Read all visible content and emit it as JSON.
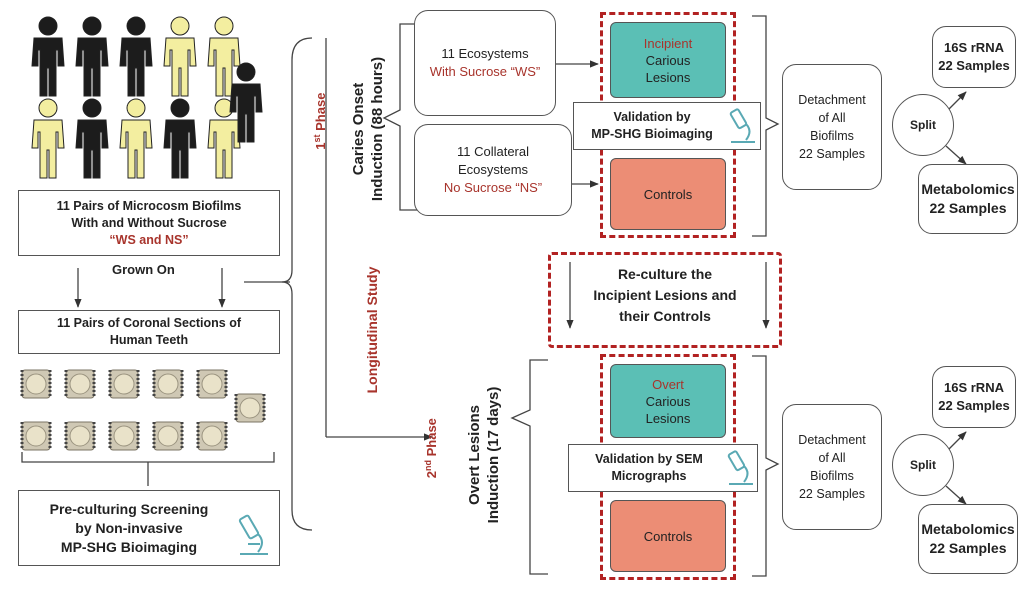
{
  "left": {
    "biofilms_line1": "11 Pairs of Microcosm Biofilms",
    "biofilms_line2": "With and Without Sucrose",
    "biofilms_line3": "“WS and NS”",
    "grown_on": "Grown On",
    "teeth_line1": "11 Pairs of Coronal Sections of",
    "teeth_line2": "Human Teeth",
    "screening_line1": "Pre-culturing Screening",
    "screening_line2": "by Non-invasive",
    "screening_line3": "MP-SHG Bioimaging"
  },
  "people_colors": [
    "#1c1c1c",
    "#f3eea0"
  ],
  "phase1": {
    "label_prefix": "1",
    "label_sup": "st",
    "label_word": "Phase",
    "line1": "Caries Onset",
    "line2": "Induction (88 hours)",
    "ws_line1": "11 Ecosystems",
    "ws_line2": "With Sucrose “WS”",
    "ns_line1": "11 Collateral",
    "ns_line2": "Ecosystems",
    "ns_line3": "No Sucrose “NS”",
    "incipient_line1": "Incipient",
    "incipient_line2": "Carious",
    "incipient_line3": "Lesions",
    "validation_line1": "Validation by",
    "validation_line2": "MP-SHG Bioimaging",
    "controls": "Controls",
    "detach_line1": "Detachment",
    "detach_line2": "of All",
    "detach_line3": "Biofilms",
    "detach_line4": "22 Samples",
    "split": "Split",
    "rrna_line1": "16S rRNA",
    "rrna_line2": "22 Samples",
    "metab_line1": "Metabolomics",
    "metab_line2": "22 Samples"
  },
  "longitudinal": "Longitudinal Study",
  "reculture": {
    "line1": "Re-culture the",
    "line2": "Incipient Lesions and",
    "line3": "their Controls"
  },
  "phase2": {
    "label_prefix": "2",
    "label_sup": "nd",
    "label_word": "Phase",
    "line1": "Overt Lesions",
    "line2": "Induction (17 days)",
    "overt_line1": "Overt",
    "overt_line2": "Carious",
    "overt_line3": "Lesions",
    "validation_line1": "Validation by SEM",
    "validation_line2": "Micrographs",
    "controls": "Controls",
    "detach_line1": "Detachment",
    "detach_line2": "of All",
    "detach_line3": "Biofilms",
    "detach_line4": "22 Samples",
    "split": "Split",
    "rrna_line1": "16S rRNA",
    "rrna_line2": "22 Samples",
    "metab_line1": "Metabolomics",
    "metab_line2": "22 Samples"
  },
  "colors": {
    "accent_red": "#a8342c",
    "lesion_teal": "#5bbfb5",
    "controls_salmon": "#ec8d75",
    "dashed_red": "#b22222"
  }
}
